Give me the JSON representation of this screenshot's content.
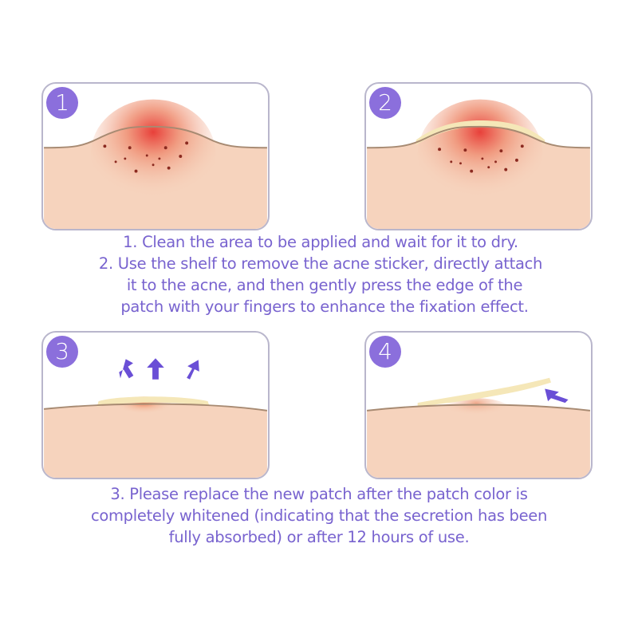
{
  "panels": [
    {
      "step": "1",
      "scene": "inflamed-bump",
      "description": "Skin bump with red pimple and dots"
    },
    {
      "step": "2",
      "scene": "patch-on-bump",
      "description": "Patch applied over bump"
    },
    {
      "step": "3",
      "scene": "patch-absorbing",
      "description": "Flattened bump with patch, arrows pointing up"
    },
    {
      "step": "4",
      "scene": "patch-peeling",
      "description": "Patch being peeled off flat skin"
    }
  ],
  "instructions_top": {
    "lines": [
      "1. Clean the area to be applied and wait for it to dry.",
      "2. Use the shelf to remove the acne sticker, directly attach",
      "it to the acne, and then gently press the edge of the",
      "patch with your fingers to enhance the fixation effect."
    ]
  },
  "instructions_bottom": {
    "lines": [
      "3. Please replace the new patch after the patch color is",
      "completely whitened (indicating that the secretion has been",
      "fully absorbed) or after 12 hours of use."
    ]
  },
  "colors": {
    "text": "#7863cf",
    "badge": "#8b6fdc",
    "border": "#b9b6cc",
    "skin": "#f6d3bd",
    "patch": "#f5e7b8",
    "inflammation": "#e8403a",
    "arrow": "#6a4fd6"
  }
}
